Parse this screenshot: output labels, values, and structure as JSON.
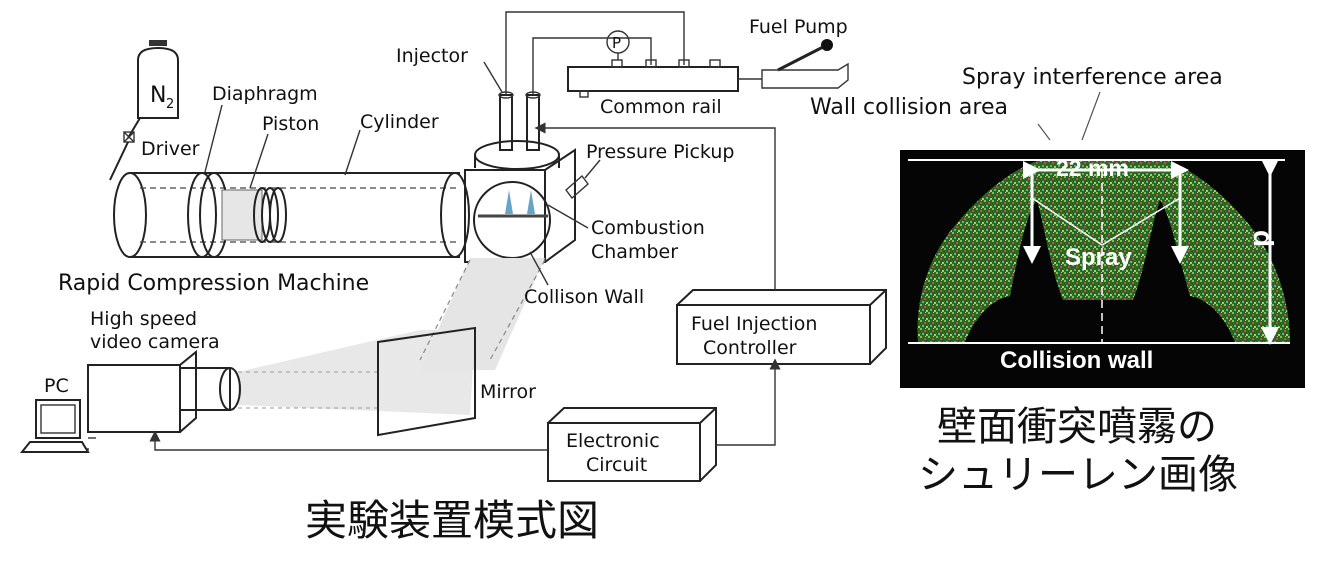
{
  "setup": {
    "title": "実験装置模式図",
    "labels": {
      "n2": "N",
      "n2_sub": "2",
      "diaphragm": "Diaphragm",
      "piston": "Piston",
      "driver": "Driver",
      "cylinder": "Cylinder",
      "rcm": "Rapid Compression Machine",
      "injector": "Injector",
      "pressure_gauge": "P",
      "fuel_pump": "Fuel Pump",
      "common_rail": "Common rail",
      "pressure_pickup": "Pressure Pickup",
      "combustion_chamber_1": "Combustion",
      "combustion_chamber_2": "Chamber",
      "collision_wall": "Collison Wall",
      "camera_1": "High speed",
      "camera_2": "video camera",
      "pc": "PC",
      "mirror": "Mirror",
      "fic_1": "Fuel Injection",
      "fic_2": "Controller",
      "ec_1": "Electronic",
      "ec_2": "Circuit"
    }
  },
  "schlieren": {
    "spray_interference_area": "Spray interference area",
    "wall_collision_area": "Wall collision area",
    "width_label": "22 mm",
    "spray_label": "Spray",
    "distance_label": "d",
    "wall_label": "Collision wall",
    "caption_line1": "壁面衝突噴霧の",
    "caption_line2": "シュリーレン画像",
    "colors": {
      "background": "#050505",
      "spray_green": "#3f8f2a"
    }
  }
}
